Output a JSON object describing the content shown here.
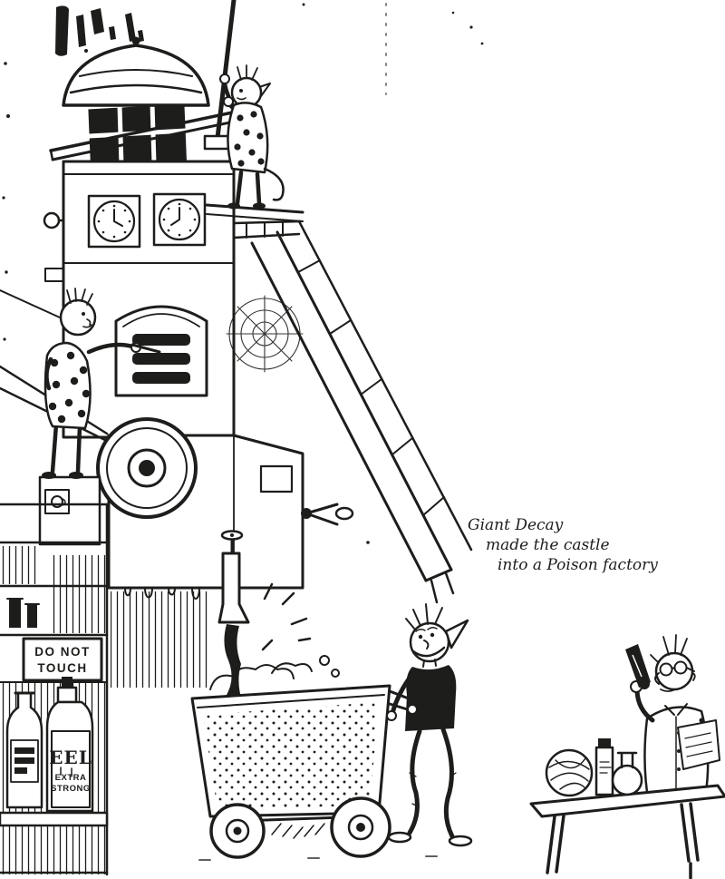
{
  "illustration": {
    "caption": {
      "lines": [
        "Giant Decay",
        "made the castle",
        "into a Poison factory"
      ]
    },
    "sign": {
      "lines": [
        "DO NOT",
        "TOUCH"
      ]
    },
    "bottle": {
      "label_main": "EEL",
      "label_sub1": "EXTRA",
      "label_sub2": "STRONG"
    },
    "colors": {
      "ink": "#1d1d1b",
      "paper": "#ffffff"
    }
  }
}
